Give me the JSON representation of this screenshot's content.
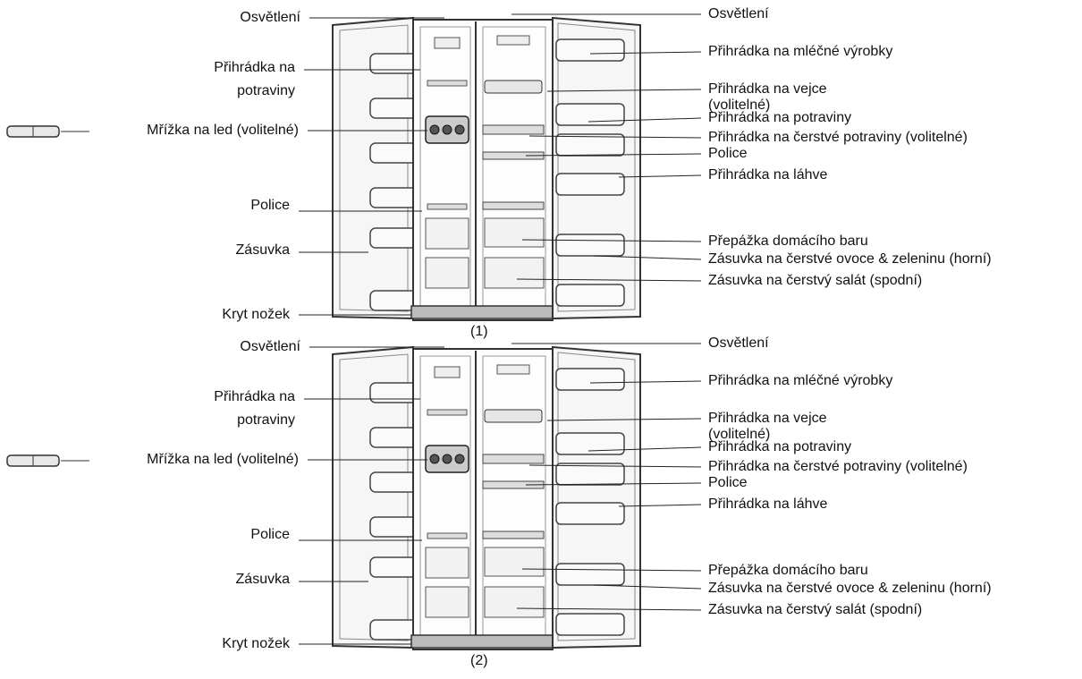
{
  "diagrams": [
    {
      "caption": "(1)",
      "left_labels": [
        "Osvětlení",
        "Přihrádka na\npotraviny",
        "Mřížka na led (volitelné)",
        "Police",
        "Zásuvka",
        "Kryt nožek"
      ],
      "right_labels": [
        "Osvětlení",
        "Přihrádka na mléčné výrobky",
        "Přihrádka na vejce\n(volitelné)",
        "Přihrádka na potraviny",
        "Přihrádka na čerstvé potraviny (volitelné)",
        "Police",
        "Přihrádka na láhve",
        "Přepážka domácího baru",
        "Zásuvka na čerstvé ovoce & zeleninu (horní)",
        "Zásuvka na čerstvý salát (spodní)"
      ]
    },
    {
      "caption": "(2)",
      "left_labels": [
        "Osvětlení",
        "Přihrádka na\npotraviny",
        "Mřížka na led (volitelné)",
        "Police",
        "Zásuvka",
        "Kryt nožek"
      ],
      "right_labels": [
        "Osvětlení",
        "Přihrádka na mléčné výrobky",
        "Přihrádka na vejce\n(volitelné)",
        "Přihrádka na potraviny",
        "Přihrádka na čerstvé potraviny (volitelné)",
        "Police",
        "Přihrádka na láhve",
        "Přepážka domácího baru",
        "Zásuvka na čerstvé ovoce & zeleninu (horní)",
        "Zásuvka na čerstvý salát (spodní)"
      ]
    }
  ]
}
